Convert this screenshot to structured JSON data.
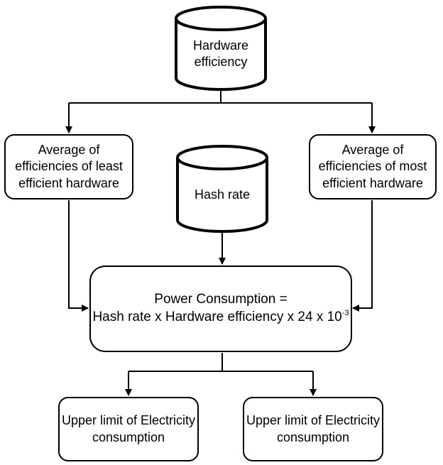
{
  "nodes": {
    "hardware_efficiency": {
      "line1": "Hardware",
      "line2": "efficiency"
    },
    "hash_rate": {
      "text": "Hash rate"
    },
    "avg_least": {
      "line1": "Average of",
      "line2": "efficiencies of least",
      "line3": "efficient hardware"
    },
    "avg_most": {
      "line1": "Average of",
      "line2": "efficiencies of most",
      "line3": "efficient hardware"
    },
    "power": {
      "title": "Power Consumption =",
      "formula": "Hash rate x Hardware efficiency x 24 x 10",
      "exponent": "-3"
    },
    "upper_left": {
      "line1": "Upper limit of Electricity",
      "line2": "consumption"
    },
    "upper_right": {
      "line1": "Upper limit of Electricity",
      "line2": "consumption"
    }
  },
  "colors": {
    "stroke": "#000000",
    "fill": "#ffffff"
  }
}
